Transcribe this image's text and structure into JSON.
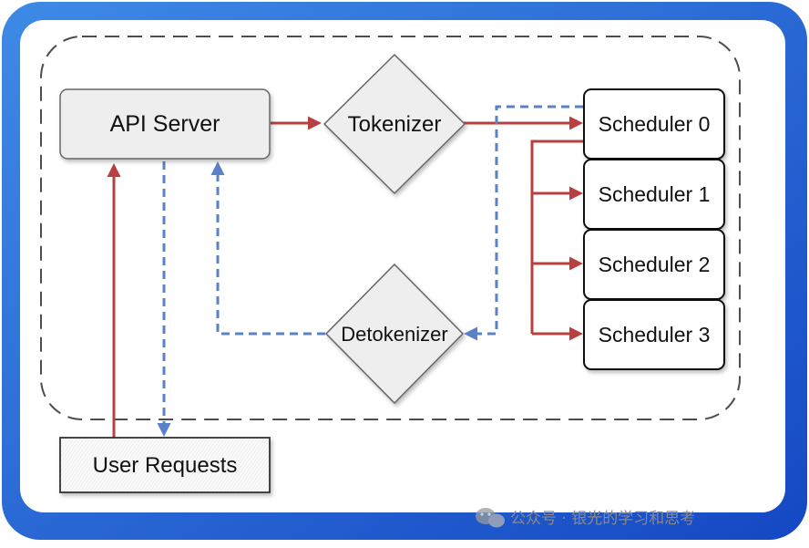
{
  "colors": {
    "frame_outer": "#1a52cf",
    "frame_inner": "#ffffff",
    "node_fill": "#eeeeee",
    "node_stroke": "#555555",
    "request_arrow": "#b84040",
    "response_arrow": "#5b82c6",
    "boundary": "#4d4d4d"
  },
  "nodes": {
    "api_server": "API Server",
    "tokenizer": "Tokenizer",
    "detokenizer": "Detokenizer",
    "schedulers": [
      "Scheduler 0",
      "Scheduler 1",
      "Scheduler 2",
      "Scheduler 3"
    ],
    "user_requests": "User Requests"
  },
  "watermark": {
    "icon": "wechat-icon",
    "text": "公众号 · 银光的学习和思考"
  }
}
